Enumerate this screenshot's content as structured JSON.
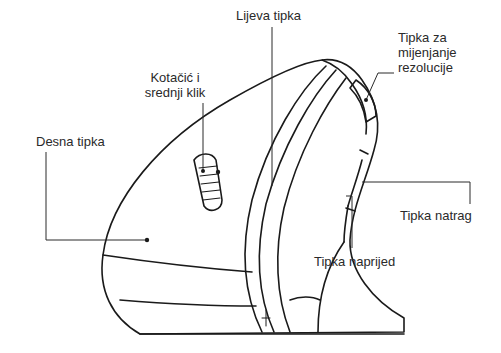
{
  "diagram": {
    "labels": [
      "Lijeva tipka",
      "Kotačić i srednji klik",
      "Tipka za mijenjanje rezolucije",
      "Desna tipka",
      "Tipka natrag",
      "Tipka naprijed"
    ]
  }
}
